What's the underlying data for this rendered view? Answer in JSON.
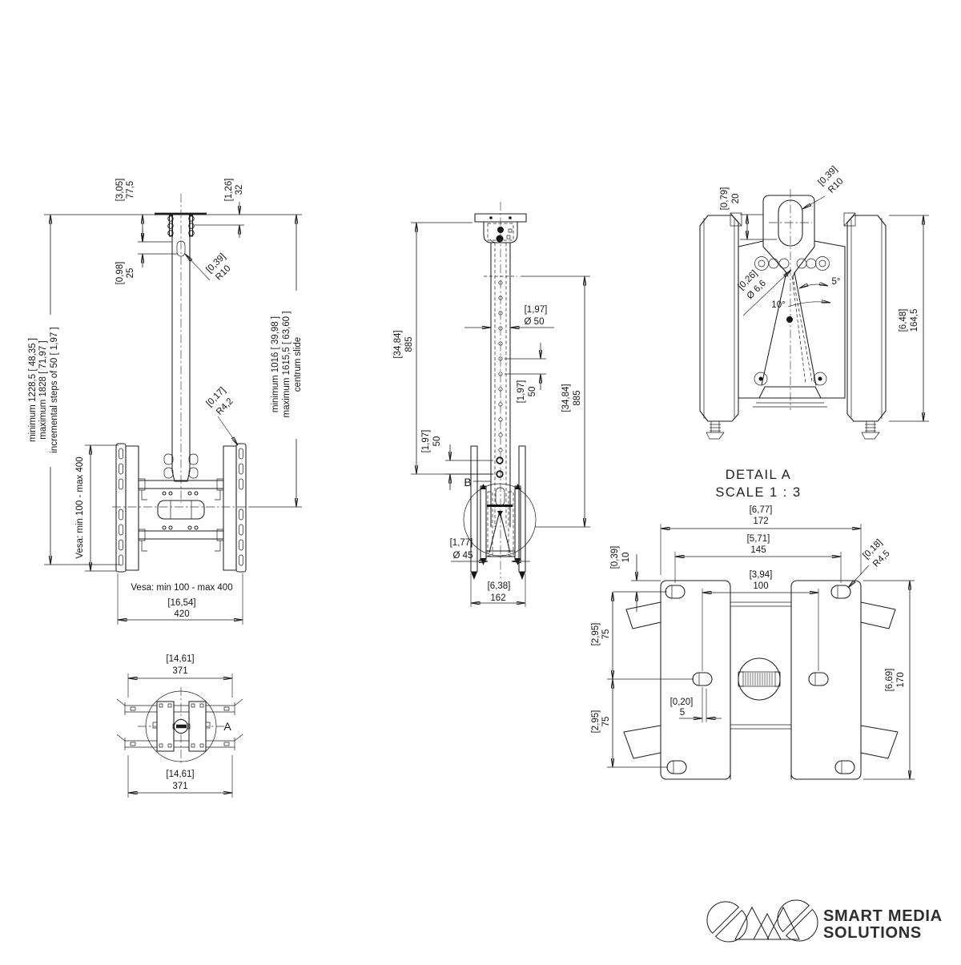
{
  "page": {
    "bg": "#ffffff"
  },
  "front_view": {
    "d775_in": "[3,05]",
    "d775": "77,5",
    "d32_in": "[1,26]",
    "d32": "32",
    "d25_in": "[0,98]",
    "d25": "25",
    "r10_in": "[0,39]",
    "r10": "R10",
    "r42_in": "[0,17]",
    "r42": "R4,2",
    "left1": "minimum 1228,5 [ 48,35 ]",
    "left2": "maximum 1828 [ 71,97 ]",
    "left3": "incremental steps of 50 [ 1,97 ]",
    "right1": "minimum 1016 [ 39,98 ]",
    "right2": "maximum 1615,5 [ 63,60 ]",
    "right3": "centrum slide",
    "vesa_v": "Vesa: min 100 - max 400",
    "vesa_h": "Vesa: min 100 - max 400",
    "d420_in": "[16,54]",
    "d420": "420"
  },
  "side_view": {
    "d885l_in": "[34,84]",
    "d885l": "885",
    "dia50_in": "[1,97]",
    "dia50": "Ø 50",
    "d50a_in": "[1,97]",
    "d50a": "50",
    "d885r_in": "[34,84]",
    "d885r": "885",
    "d50b_in": "[1,97]",
    "d50b": "50",
    "b": "B",
    "dia45_in": "[1,77]",
    "dia45": "Ø 45",
    "d162_in": "[6,38]",
    "d162": "162"
  },
  "tilt_view": {
    "d20_in": "[0,79]",
    "d20": "20",
    "r10_in": "[0,39]",
    "r10": "R10",
    "dia66_in": "[0,26]",
    "dia66": "Ø 6,6",
    "a5": "5°",
    "a10": "10°",
    "d1645_in": "[6,48]",
    "d1645": "164,5"
  },
  "detail_view": {
    "title": "DETAIL A",
    "scale": "SCALE 1 : 3",
    "d172_in": "[6,77]",
    "d172": "172",
    "d145_in": "[5,71]",
    "d145": "145",
    "d100_in": "[3,94]",
    "d100": "100",
    "d10_in": "[0,39]",
    "d10": "10",
    "r45_in": "[0,18]",
    "r45": "R4,5",
    "d75a_in": "[2,95]",
    "d75a": "75",
    "d75b_in": "[2,95]",
    "d75b": "75",
    "d5_in": "[0,20]",
    "d5": "5",
    "d170_in": "[6,69]",
    "d170": "170"
  },
  "plan_view": {
    "d371a_in": "[14,61]",
    "d371a": "371",
    "d371b_in": "[14,61]",
    "d371b": "371",
    "a": "A"
  },
  "logo": {
    "line1": "SMART MEDIA",
    "line2": "SOLUTIONS",
    "colors": {
      "teal": "#9bd6cb",
      "blue": "#2e6f96",
      "dark_green": "#1d4a36",
      "mid_green": "#4cba7c",
      "pale_green": "#bdf2b4",
      "maroon": "#8e2b47",
      "pink": "#f3a6aa",
      "text": "#2e2e2e"
    }
  }
}
